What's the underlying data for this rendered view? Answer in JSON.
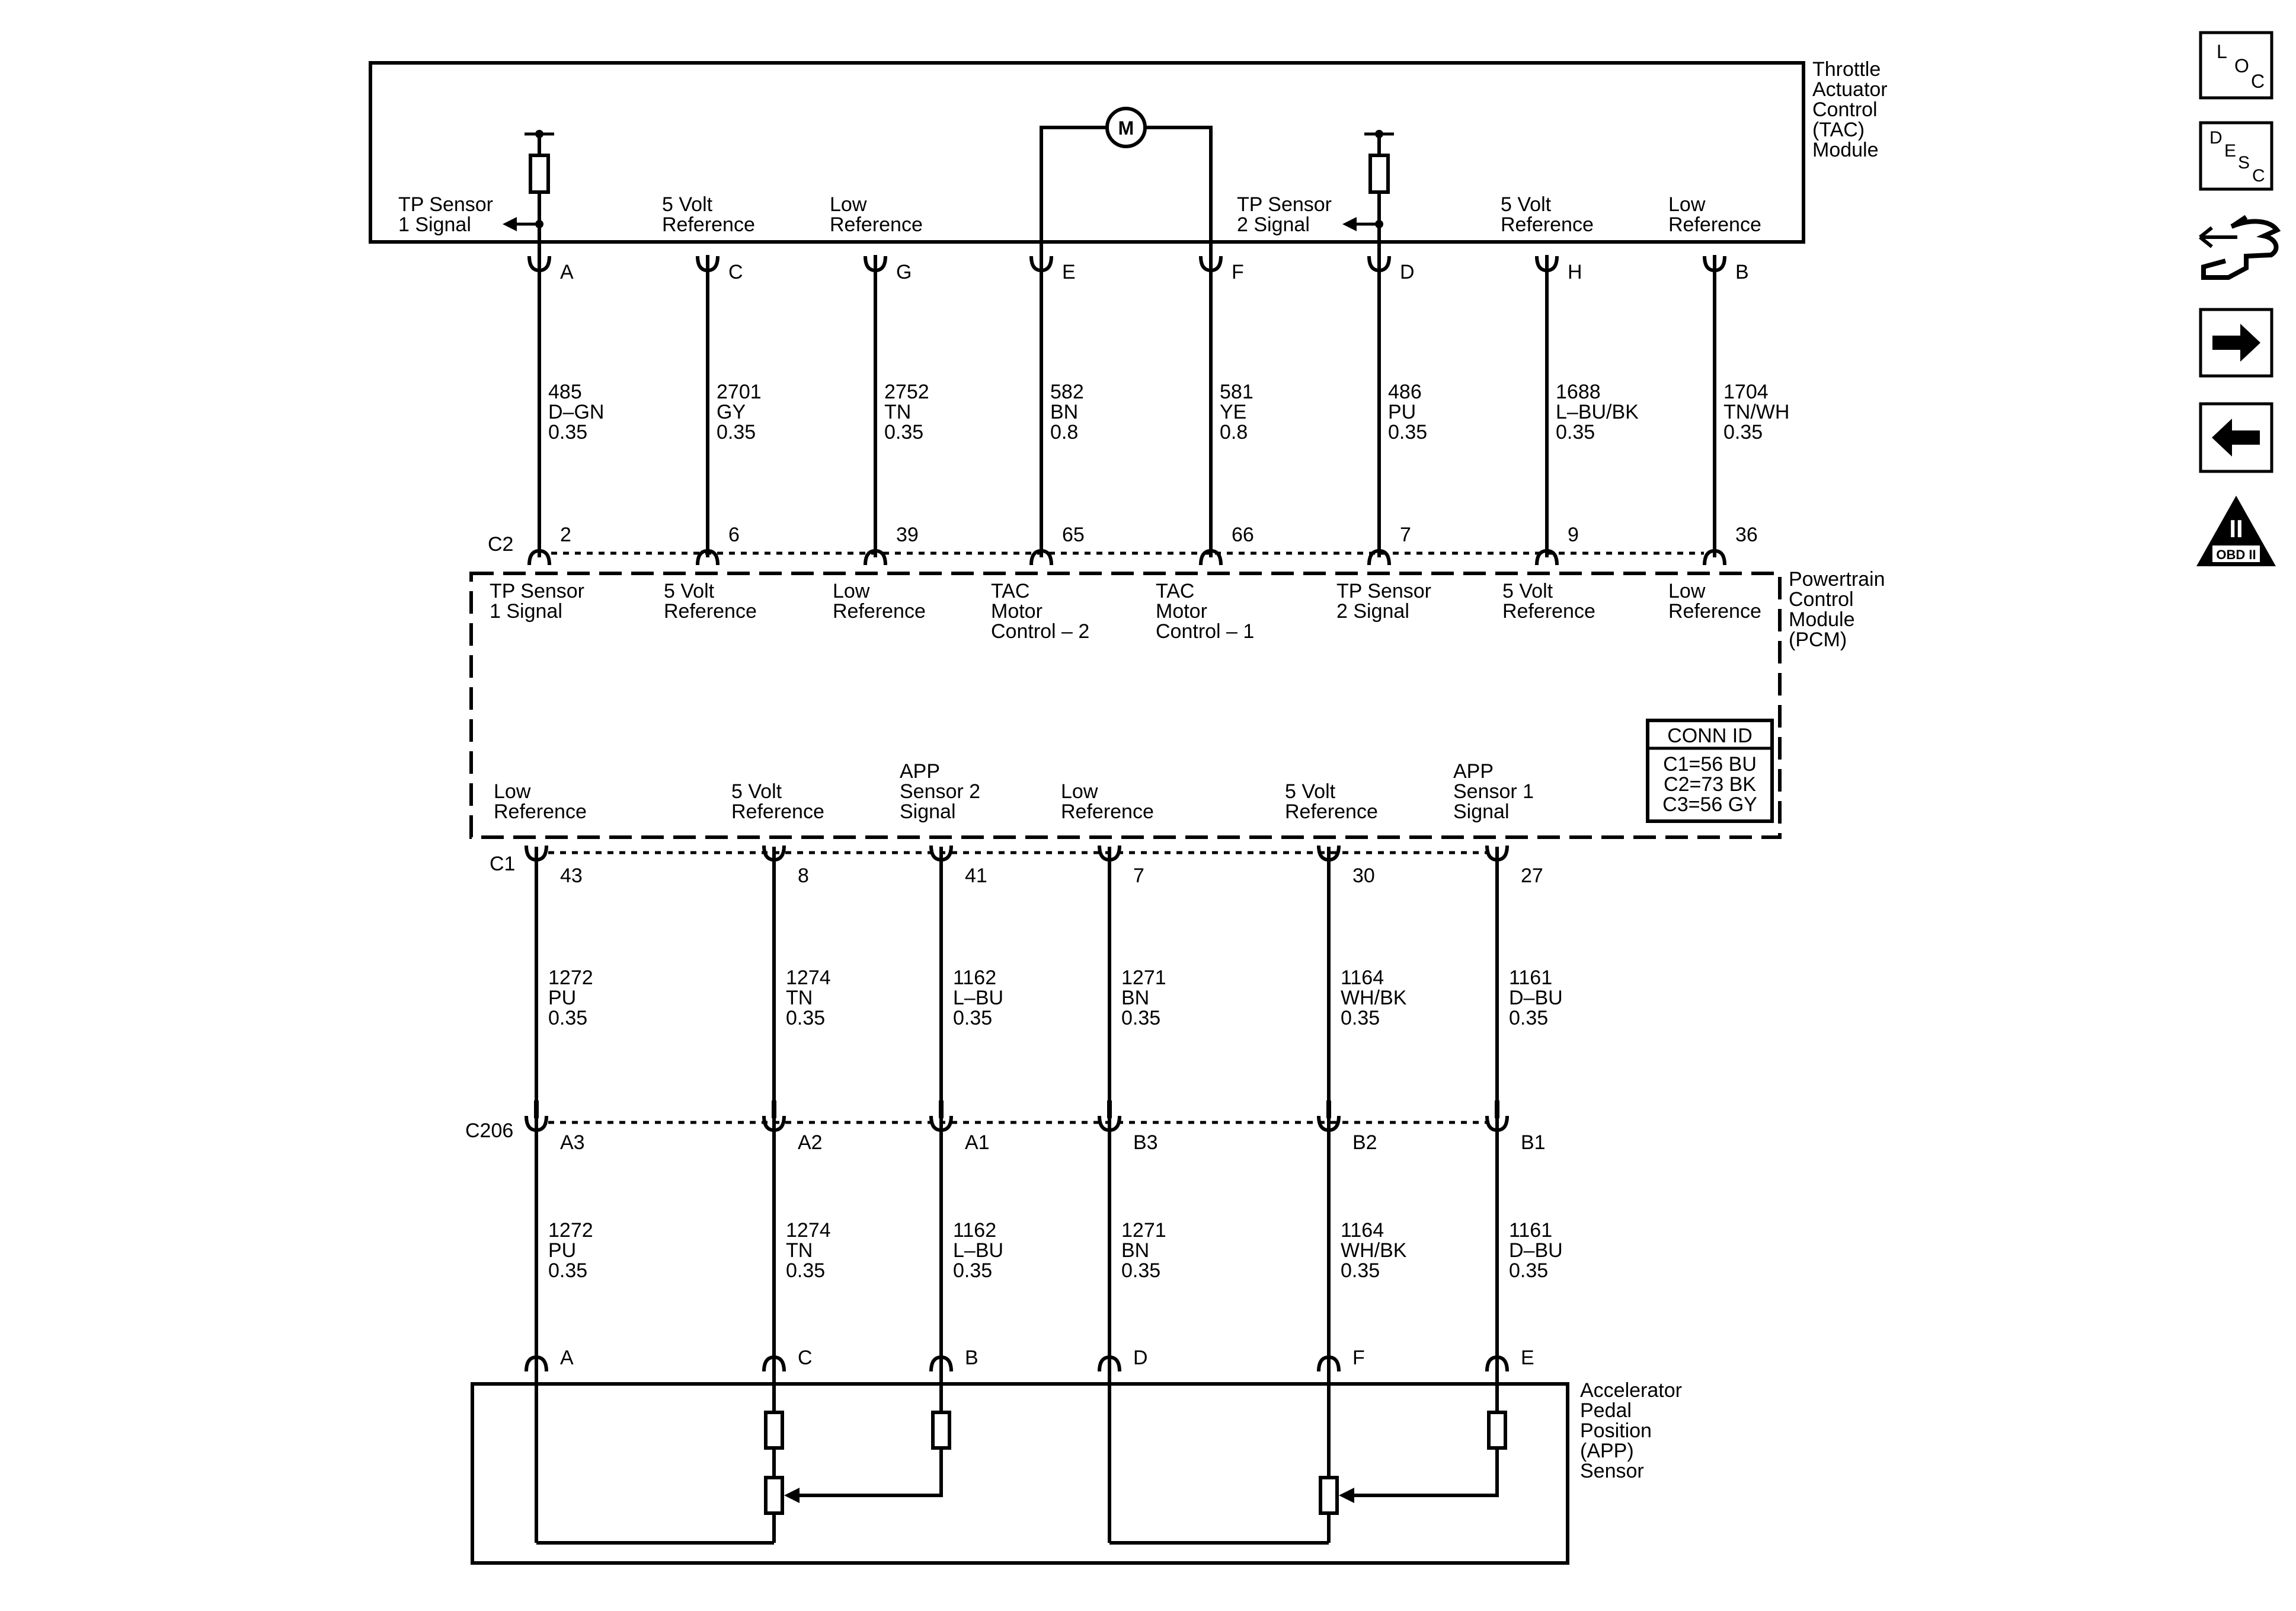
{
  "modules": {
    "tac": [
      "Throttle",
      "Actuator",
      "Control",
      "(TAC)",
      "Module"
    ],
    "pcm": [
      "Powertrain",
      "Control",
      "Module",
      "(PCM)"
    ],
    "app": [
      "Accelerator",
      "Pedal",
      "Position",
      "(APP)",
      "Sensor"
    ]
  },
  "motor_symbol": "M",
  "tac_labels": [
    [
      "TP Sensor",
      "1 Signal"
    ],
    [
      "5 Volt",
      "Reference"
    ],
    [
      "Low",
      "Reference"
    ],
    [
      "TP Sensor",
      "2 Signal"
    ],
    [
      "5 Volt",
      "Reference"
    ],
    [
      "Low",
      "Reference"
    ]
  ],
  "tac_pins": [
    "A",
    "C",
    "G",
    "E",
    "F",
    "D",
    "H",
    "B"
  ],
  "upper_wires": [
    [
      "485",
      "D–GN",
      "0.35"
    ],
    [
      "2701",
      "GY",
      "0.35"
    ],
    [
      "2752",
      "TN",
      "0.35"
    ],
    [
      "582",
      "BN",
      "0.8"
    ],
    [
      "581",
      "YE",
      "0.8"
    ],
    [
      "486",
      "PU",
      "0.35"
    ],
    [
      "1688",
      "L–BU/BK",
      "0.35"
    ],
    [
      "1704",
      "TN/WH",
      "0.35"
    ]
  ],
  "c2": {
    "name": "C2",
    "pins": [
      "2",
      "6",
      "39",
      "65",
      "66",
      "7",
      "9",
      "36"
    ]
  },
  "pcm_top_labels": [
    [
      "TP Sensor",
      "1 Signal"
    ],
    [
      "5 Volt",
      "Reference"
    ],
    [
      "Low",
      "Reference"
    ],
    [
      "TAC",
      "Motor",
      "Control – 2"
    ],
    [
      "TAC",
      "Motor",
      "Control – 1"
    ],
    [
      "TP Sensor",
      "2 Signal"
    ],
    [
      "5 Volt",
      "Reference"
    ],
    [
      "Low",
      "Reference"
    ]
  ],
  "conn_id": {
    "title": "CONN ID",
    "rows": [
      "C1=56 BU",
      "C2=73 BK",
      "C3=56 GY"
    ]
  },
  "pcm_bottom_labels": [
    [
      "Low",
      "Reference"
    ],
    [
      "5 Volt",
      "Reference"
    ],
    [
      "APP",
      "Sensor 2",
      "Signal"
    ],
    [
      "Low",
      "Reference"
    ],
    [
      "5 Volt",
      "Reference"
    ],
    [
      "APP",
      "Sensor 1",
      "Signal"
    ]
  ],
  "c1": {
    "name": "C1",
    "pins": [
      "43",
      "8",
      "41",
      "7",
      "30",
      "27"
    ]
  },
  "mid_wires": [
    [
      "1272",
      "PU",
      "0.35"
    ],
    [
      "1274",
      "TN",
      "0.35"
    ],
    [
      "1162",
      "L–BU",
      "0.35"
    ],
    [
      "1271",
      "BN",
      "0.35"
    ],
    [
      "1164",
      "WH/BK",
      "0.35"
    ],
    [
      "1161",
      "D–BU",
      "0.35"
    ]
  ],
  "c206": {
    "name": "C206",
    "pins": [
      "A3",
      "A2",
      "A1",
      "B3",
      "B2",
      "B1"
    ]
  },
  "lower_wires": [
    [
      "1272",
      "PU",
      "0.35"
    ],
    [
      "1274",
      "TN",
      "0.35"
    ],
    [
      "1162",
      "L–BU",
      "0.35"
    ],
    [
      "1271",
      "BN",
      "0.35"
    ],
    [
      "1164",
      "WH/BK",
      "0.35"
    ],
    [
      "1161",
      "D–BU",
      "0.35"
    ]
  ],
  "app_pins": [
    "A",
    "C",
    "B",
    "D",
    "F",
    "E"
  ],
  "nav": {
    "loc_icon": [
      "L",
      "O",
      "C"
    ],
    "desc_icon": [
      "D",
      "E",
      "S",
      "C"
    ],
    "obd_icon": [
      "II",
      "OBD II"
    ]
  }
}
